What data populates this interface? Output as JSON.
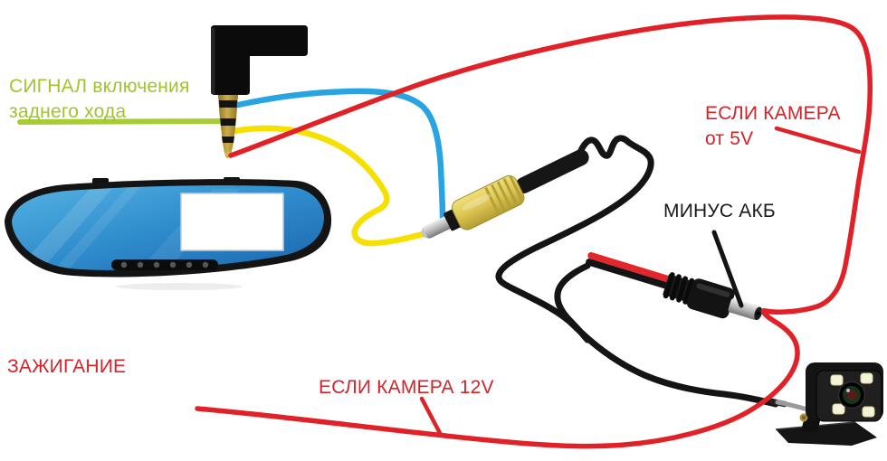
{
  "labels": {
    "reverse_signal_line1": "СИГНАЛ включения",
    "reverse_signal_line2": "заднего хода",
    "camera_5v_line1": "ЕСЛИ КАМЕРА",
    "camera_5v_line2": "от 5V",
    "minus_akb": "МИНУС АКБ",
    "ignition": "ЗАЖИГАНИЕ",
    "camera_12v": "ЕСЛИ КАМЕРА 12V"
  },
  "colors": {
    "background": "#ffffff",
    "label_green": "#9fc52c",
    "label_red": "#d42329",
    "label_black": "#1a1a1a",
    "wire_red": "#e02127",
    "wire_blue": "#29a4e2",
    "wire_yellow": "#f6e000",
    "wire_green": "#a8cc33",
    "wire_black": "#141414"
  },
  "devices": {
    "mirror": "rearview-mirror-dashcam",
    "jack": "trrs-audio-jack",
    "rca": "rca-video-plug",
    "dc_plug": "dc-barrel-power-plug",
    "camera": "rear-view-camera",
    "mirror_button_count": "6"
  }
}
